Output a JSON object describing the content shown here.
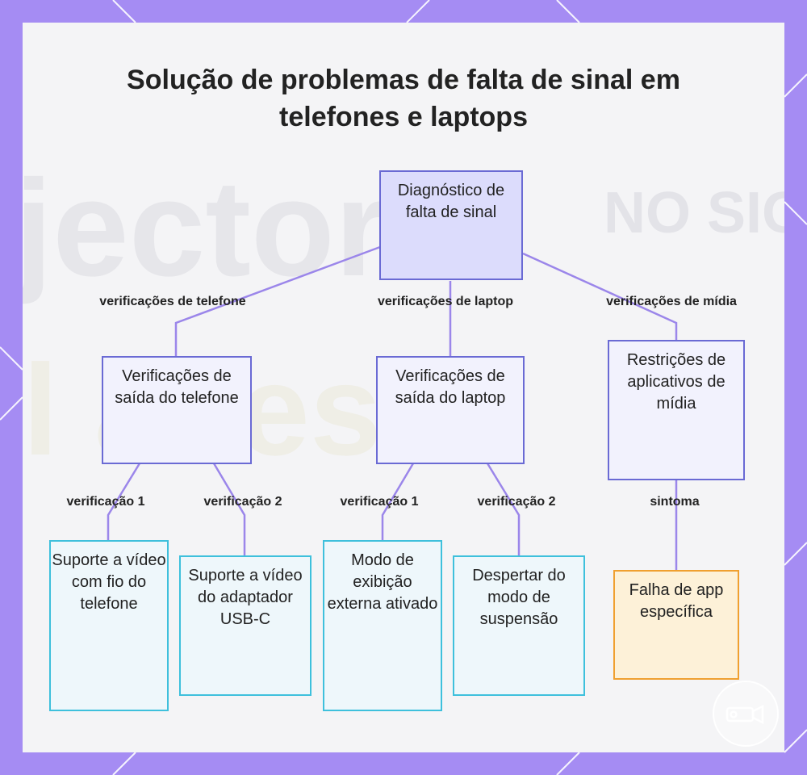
{
  "title": "Solução de problemas de falta de sinal em telefones e laptops",
  "background_text": {
    "word1": "jector",
    "word2": "NO SIG",
    "word3": "l aces"
  },
  "colors": {
    "frame": "#a58cf3",
    "node_border": "#6a6ad4",
    "root_fill": "#dcdcfc",
    "leaf_border": "#3ec0dc",
    "warning_border": "#f0a030",
    "edge": "#9b86ea"
  },
  "nodes": {
    "root": "Diagnóstico de falta de sinal",
    "phone_checks": "Verificações de saída do telefone",
    "laptop_checks": "Verificações de saída do laptop",
    "media_restrictions": "Restrições de aplicativos de mídia",
    "phone_wired": "Suporte a vídeo com fio do telefone",
    "usbc_adapter": "Suporte a vídeo do adaptador USB-C",
    "external_display": "Modo de exibição externa ativado",
    "wake_sleep": "Despertar do modo de suspensão",
    "app_failure": "Falha de app específica"
  },
  "edge_labels": {
    "phone": "verificações de telefone",
    "laptop": "verificações de laptop",
    "media": "verificações de mídia",
    "phone_check1": "verificação 1",
    "phone_check2": "verificação 2",
    "laptop_check1": "verificação 1",
    "laptop_check2": "verificação 2",
    "symptom": "sintoma"
  },
  "logo_icon": "projector-icon"
}
